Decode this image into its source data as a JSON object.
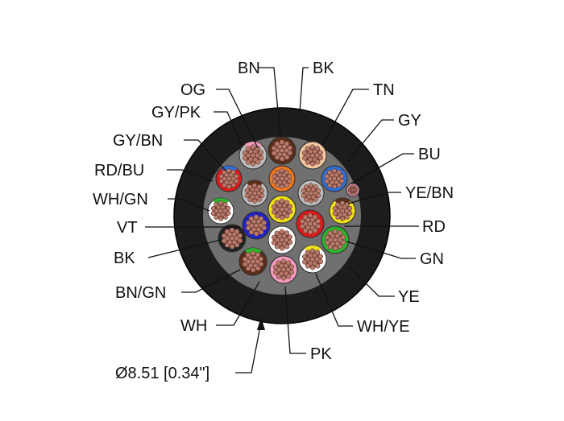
{
  "colors": {
    "jacket": "#1c1c1c",
    "filler": "#6e6e6e",
    "copper": "#b97a6b",
    "strand_outline": "#4a2a22"
  },
  "labels": {
    "bn": "BN",
    "bk_top": "BK",
    "og": "OG",
    "tn": "TN",
    "gy_pk": "GY/PK",
    "gy": "GY",
    "gy_bn": "GY/BN",
    "bu": "BU",
    "rd_bu": "RD/BU",
    "ye_bn": "YE/BN",
    "wh_gn": "WH/GN",
    "rd": "RD",
    "vt": "VT",
    "gn": "GN",
    "bk_left": "BK",
    "bn_gn": "BN/GN",
    "ye": "YE",
    "wh": "WH",
    "wh_ye": "WH/YE",
    "pk": "PK",
    "diameter": "Ø8.51 [0.34\"]"
  },
  "conductors": [
    {
      "id": "bn",
      "ring": "#5a2e1a"
    },
    {
      "id": "gy-pk",
      "ring": "#bdbdbd",
      "stripe": "#f59ac0"
    },
    {
      "id": "tn",
      "ring": "#f3c7a0"
    },
    {
      "id": "gy-bn",
      "ring": "#bdbdbd",
      "stripe": "#5a2e1a"
    },
    {
      "id": "og",
      "ring": "#f07a1e"
    },
    {
      "id": "bu",
      "ring": "#2f6fd6"
    },
    {
      "id": "rd-bu",
      "ring": "#e01a1a",
      "stripe": "#2f6fd6"
    },
    {
      "id": "gy",
      "ring": "#bdbdbd"
    },
    {
      "id": "wh-gn",
      "ring": "#ffffff",
      "stripe": "#2db52d"
    },
    {
      "id": "ye-bn",
      "ring": "#f1e11a",
      "stripe": "#5a2e1a"
    },
    {
      "id": "ye",
      "ring": "#f1e11a"
    },
    {
      "id": "gy-2",
      "ring": "#bdbdbd"
    },
    {
      "id": "vt",
      "ring": "#2222c8"
    },
    {
      "id": "rd",
      "ring": "#e01a1a"
    },
    {
      "id": "gn",
      "ring": "#2db52d"
    },
    {
      "id": "wh",
      "ring": "#ffffff"
    },
    {
      "id": "bk",
      "ring": "#222222"
    },
    {
      "id": "bn-gn",
      "ring": "#5a2e1a",
      "stripe": "#2db52d"
    },
    {
      "id": "pk",
      "ring": "#f59ac0"
    },
    {
      "id": "wh-ye",
      "ring": "#ffffff",
      "stripe": "#f1e11a"
    },
    {
      "id": "rd-small",
      "ring": "#f59ac0"
    }
  ]
}
